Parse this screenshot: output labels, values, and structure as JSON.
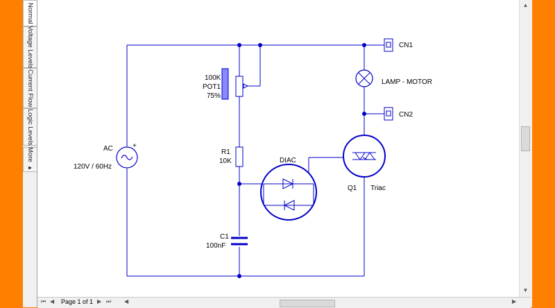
{
  "side_tabs": [
    "Normal",
    "Voltage Levels",
    "Current Flow",
    "Logic Levels"
  ],
  "more_tab": "More ▸",
  "status": {
    "page_label": "Page 1 of 1",
    "nav_first": "⏮",
    "nav_prev": "◀",
    "nav_next": "▶",
    "nav_last": "⏭",
    "scroll_left": "◀",
    "scroll_right": "▶"
  },
  "schematic": {
    "source_label": "AC",
    "source_value": "120V / 60Hz",
    "source_plus": "+",
    "pot_value": "100K",
    "pot_name": "POT1",
    "pot_percent": "75%",
    "resistor_name": "R1",
    "resistor_value": "10K",
    "capacitor_name": "C1",
    "capacitor_value": "100nF",
    "diac_label": "DIAC",
    "triac_name": "Q1",
    "triac_type": "Triac",
    "connector1": "CN1",
    "connector2": "CN2",
    "lamp_label": "LAMP - MOTOR"
  },
  "colors": {
    "wire": "#0000c8",
    "accent_orange": "#ff7f00",
    "pot_slider": "#8888ff"
  }
}
